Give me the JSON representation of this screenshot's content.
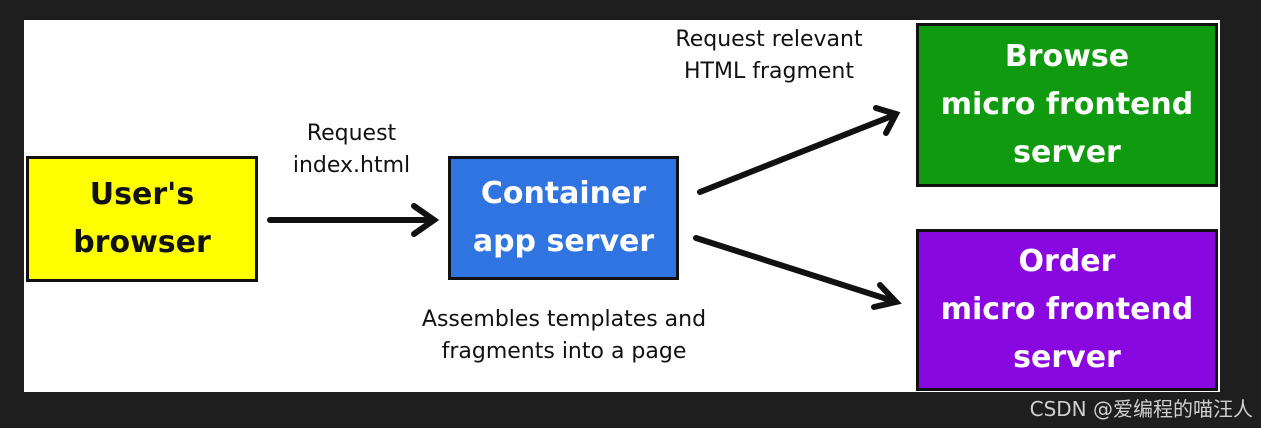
{
  "diagram": {
    "nodes": {
      "browser": {
        "label": "User's\nbrowser",
        "color": "#ffff00"
      },
      "container": {
        "label": "Container\napp server",
        "color": "#2f74e0"
      },
      "browse": {
        "label": "Browse\nmicro frontend\nserver",
        "color": "#109a10"
      },
      "order": {
        "label": "Order\nmicro frontend\nserver",
        "color": "#8a08e0"
      }
    },
    "edges": [
      {
        "from": "browser",
        "to": "container",
        "label": "Request\nindex.html"
      },
      {
        "from": "container",
        "to": "browse",
        "label": "Request relevant\nHTML fragment"
      },
      {
        "from": "container",
        "to": "order",
        "label": ""
      }
    ],
    "annotation": "Assembles templates and\nfragments into a page"
  },
  "watermark": "CSDN @爱编程的喵汪人"
}
